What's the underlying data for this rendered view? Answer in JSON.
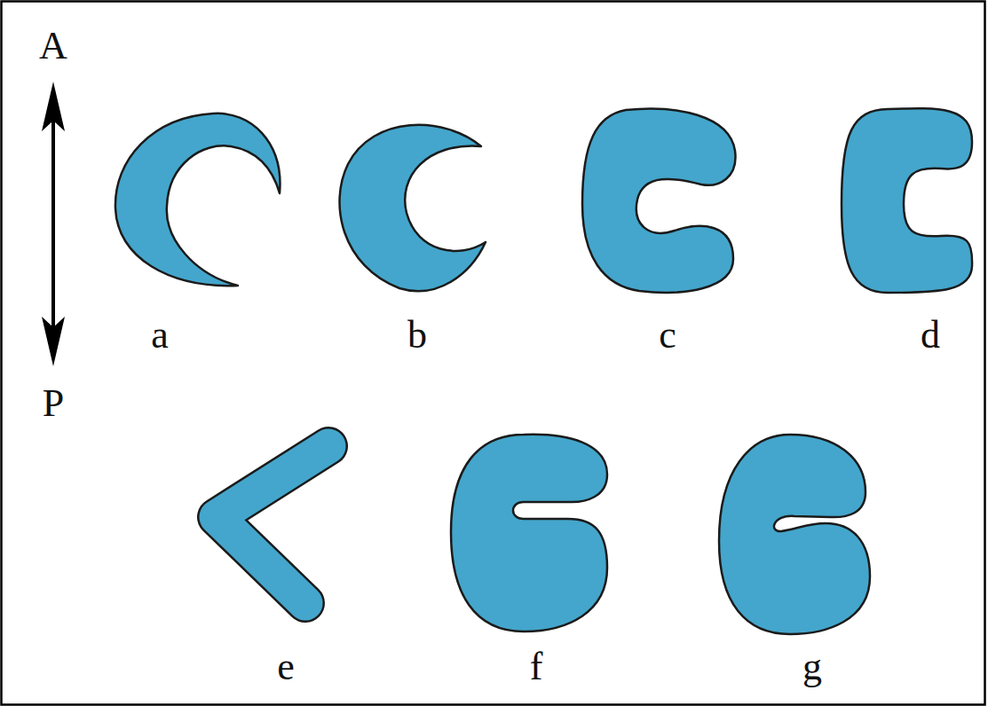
{
  "diagram": {
    "labels": [
      "A",
      "P",
      "a",
      "b",
      "c",
      "d",
      "e",
      "f",
      "g"
    ]
  }
}
